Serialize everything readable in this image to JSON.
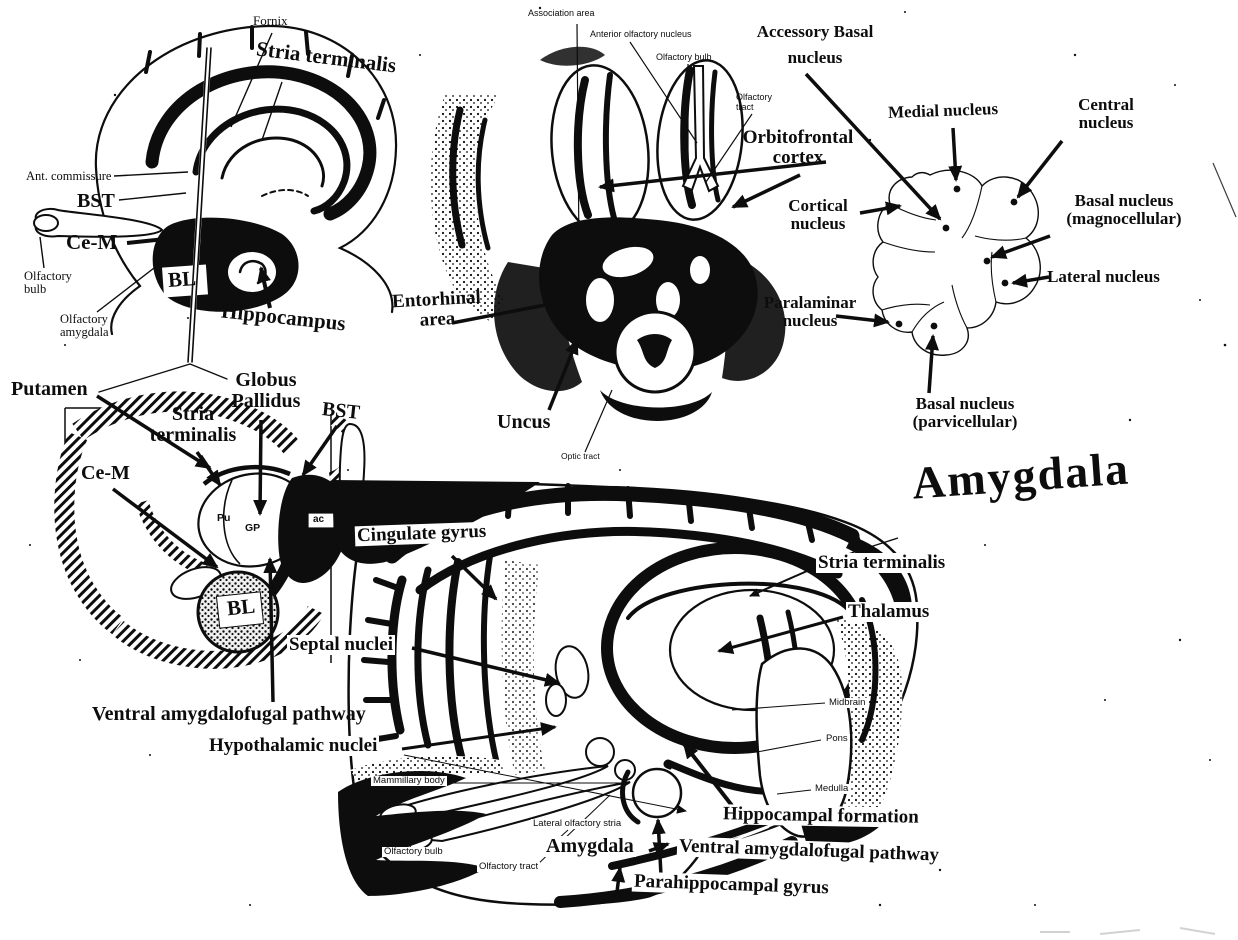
{
  "title": "Amygdala",
  "colors": {
    "ink": "#0d0d0d",
    "paper": "#ffffff"
  },
  "panels": {
    "sagittal_top": {
      "description": "medial sagittal view with stria terminalis loop",
      "labels": {
        "fornix": "Fornix",
        "stria_terminalis": "Stria terminalis",
        "ant_commissure": "Ant. commissure",
        "bst": "BST",
        "ce_m": "Ce-M",
        "olfactory_bulb": "Olfactory bulb",
        "bl": "BL",
        "olfactory_amygdala": "Olfactory amygdala",
        "hippocampus": "Hippocampus"
      }
    },
    "ventral_view": {
      "description": "ventral (basal) view of the brain",
      "labels": {
        "association_area": "Association area",
        "anterior_olfactory_nucleus": "Anterior olfactory nucleus",
        "olfactory_bulb": "Olfactory bulb",
        "olfactory_tract": "Olfactory tract",
        "orbitofrontal_cortex": "Orbitofrontal cortex",
        "entorhinal_area": "Entorhinal area",
        "uncus": "Uncus",
        "optic_tract": "Optic tract"
      }
    },
    "nuclei_map": {
      "description": "amygdala nuclei outline map",
      "labels": {
        "accessory_basal_nucleus": "Accessory Basal nucleus",
        "medial_nucleus": "Medial nucleus",
        "central_nucleus": "Central nucleus",
        "cortical_nucleus": "Cortical nucleus",
        "basal_nucleus_magnocellular": "Basal nucleus (magnocellular)",
        "lateral_nucleus": "Lateral nucleus",
        "paralaminar_nucleus": "Paralaminar nucleus",
        "basal_nucleus_parvicellular": "Basal nucleus (parvicellular)"
      }
    },
    "coronal_section": {
      "description": "coronal section inset through amygdala level",
      "labels": {
        "putamen": "Putamen",
        "stria_terminalis": "Stria terminalis",
        "globus_pallidus": "Globus Pallidus",
        "bst": "BST",
        "ce_m": "Ce-M",
        "pu": "Pu",
        "gp": "GP",
        "ac": "ac",
        "bl": "BL",
        "ventral_amygdalofugal_pathway": "Ventral amygdalofugal pathway"
      }
    },
    "sagittal_bottom": {
      "description": "large medial sagittal view with amygdala pathways",
      "labels": {
        "cingulate_gyrus": "Cingulate gyrus",
        "stria_terminalis": "Stria terminalis",
        "thalamus": "Thalamus",
        "septal_nuclei": "Septal nuclei",
        "hypothalamic_nuclei": "Hypothalamic nuclei",
        "midbrain": "Midbrain",
        "pons": "Pons",
        "medulla": "Medulla",
        "mammillary_body": "Mammillary body",
        "lateral_olfactory_stria": "Lateral olfactory stria",
        "olfactory_bulb": "Olfactory bulb",
        "olfactory_tract": "Olfactory tract",
        "amygdala": "Amygdala",
        "hippocampal_formation": "Hippocampal formation",
        "ventral_amygdalofugal_pathway": "Ventral amygdalofugal pathway",
        "parahippocampal_gyrus": "Parahippocampal gyrus"
      }
    }
  }
}
